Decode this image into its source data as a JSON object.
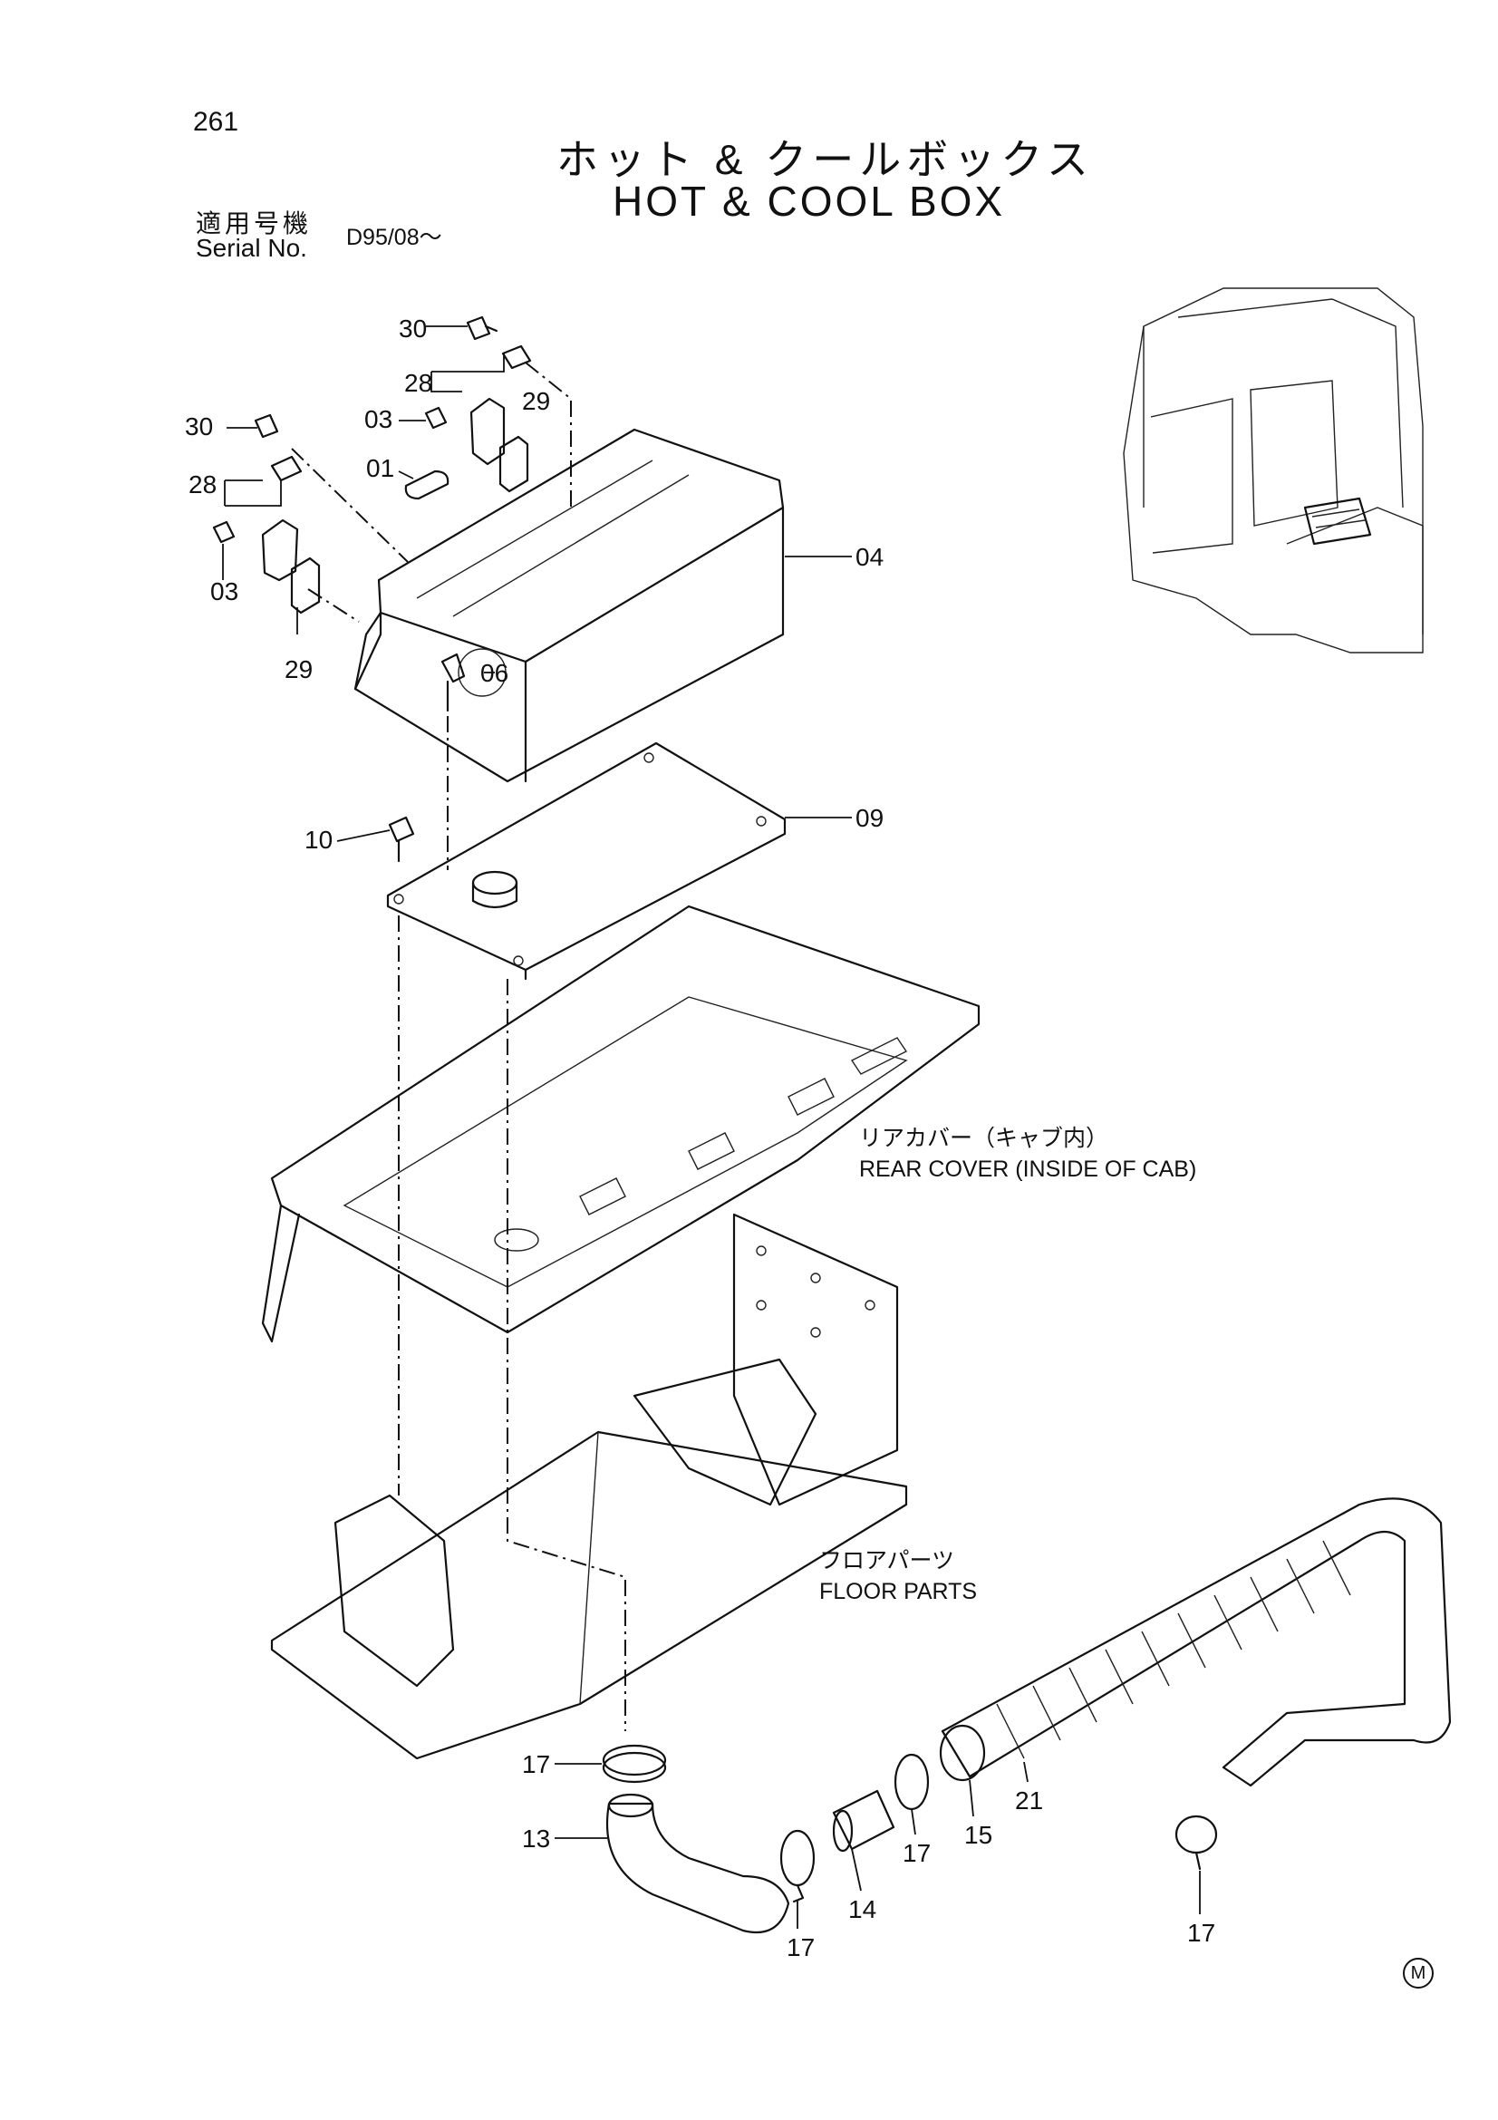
{
  "page_number": "261",
  "title": {
    "japanese": "ホット & クールボックス",
    "english": "HOT & COOL BOX"
  },
  "serial": {
    "label_japanese": "適用号機",
    "label_english": "Serial No.",
    "value": "D95/08～"
  },
  "callouts": {
    "c30a": "30",
    "c28a": "28",
    "c03a": "03",
    "c29a": "29",
    "c01": "01",
    "c30b": "30",
    "c28b": "28",
    "c03b": "03",
    "c29b": "29",
    "c04": "04",
    "c06": "06",
    "c09": "09",
    "c10": "10",
    "c17a": "17",
    "c13": "13",
    "c17b": "17",
    "c14": "14",
    "c17c": "17",
    "c15": "15",
    "c21": "21",
    "c17d": "17"
  },
  "annotations": {
    "rear_cover_jp": "リアカバー（キャブ内）",
    "rear_cover_en": "REAR COVER (INSIDE OF CAB)",
    "floor_parts_jp": "フロアパーツ",
    "floor_parts_en": "FLOOR PARTS"
  },
  "mark": "M"
}
